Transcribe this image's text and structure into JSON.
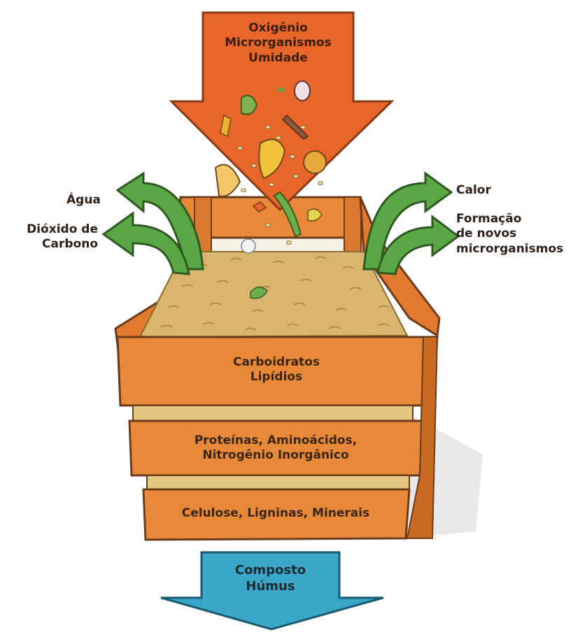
{
  "inputs_arrow": {
    "line1": "Oxigênio",
    "line2": "Microrganismos",
    "line3": "Umidade"
  },
  "outputs_left": {
    "agua": "Água",
    "dioxido_line1": "Dióxido de",
    "dioxido_line2": "Carbono"
  },
  "outputs_right": {
    "calor": "Calor",
    "formacao_line1": "Formação",
    "formacao_line2": "de novos",
    "formacao_line3": "microrganismos"
  },
  "layers": {
    "top_line1": "Carboidratos",
    "top_line2": "Lipídios",
    "middle_line1": "Proteínas, Aminoácidos,",
    "middle_line2": "Nitrogênio Inorgânico",
    "bottom": "Celulose, Ligninas, Minerais"
  },
  "result_arrow": {
    "line1": "Composto",
    "line2": "Húmus"
  },
  "colors": {
    "input_arrow": "#e8662a",
    "output_arrows": "#5aa845",
    "result_arrow": "#3aa7c9",
    "wood": "#e8893a",
    "wood_dark": "#c96a22",
    "compost": "#d9b56e"
  }
}
